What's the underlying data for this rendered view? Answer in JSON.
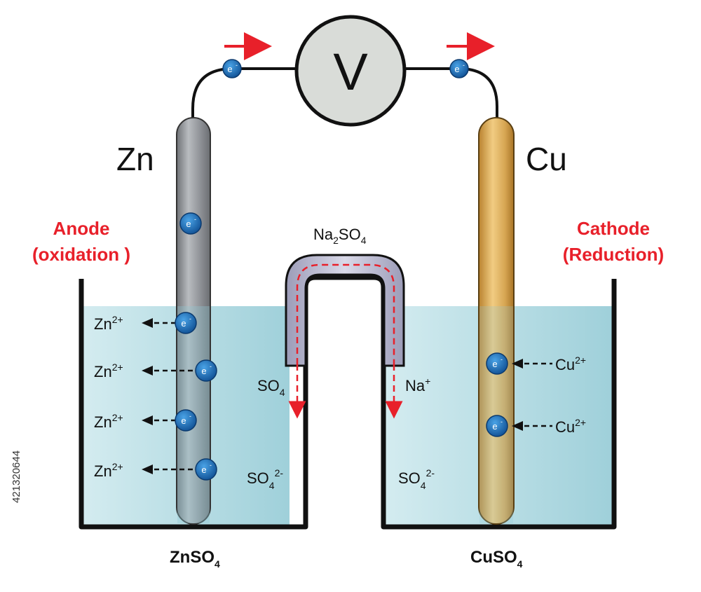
{
  "voltmeter": {
    "symbol": "V"
  },
  "electrodes": {
    "left": {
      "symbol": "Zn"
    },
    "right": {
      "symbol": "Cu"
    }
  },
  "labels": {
    "anode_line1": "Anode",
    "anode_line2": "(oxidation )",
    "cathode_line1": "Cathode",
    "cathode_line2": "(Reduction)"
  },
  "salt_bridge": {
    "formula_base": "Na",
    "formula_sub1": "2",
    "formula_mid": "SO",
    "formula_sub2": "4"
  },
  "electron": {
    "symbol": "e",
    "charge": "-"
  },
  "left_ions": [
    {
      "base": "Zn",
      "charge": "2+"
    },
    {
      "base": "Zn",
      "charge": "2+"
    },
    {
      "base": "Zn",
      "charge": "2+"
    },
    {
      "base": "Zn",
      "charge": "2+"
    }
  ],
  "right_ions": [
    {
      "base": "Cu",
      "charge": "2+"
    },
    {
      "base": "Cu",
      "charge": "2+"
    }
  ],
  "bridge_ions": {
    "left": {
      "base": "SO",
      "sub": "4"
    },
    "right": {
      "base": "Na",
      "charge": "+"
    }
  },
  "sulfate_left": {
    "base": "SO",
    "sub": "4",
    "charge": "2-"
  },
  "sulfate_right": {
    "base": "SO",
    "sub": "4",
    "charge": "2-"
  },
  "solutions": {
    "left": {
      "base": "ZnSO",
      "sub": "4"
    },
    "right": {
      "base": "CuSO",
      "sub": "4"
    }
  },
  "stock_id": "421320644",
  "colors": {
    "solution": "#a9d6df",
    "zinc": "#8c8f94",
    "copper": "#d4a24a",
    "electron": "#1f6fb8",
    "arrow_red": "#e8202a",
    "label_red": "#e8202a"
  }
}
